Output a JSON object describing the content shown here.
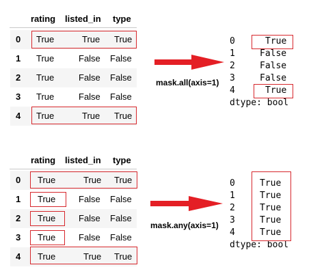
{
  "columns": [
    "rating",
    "listed_in",
    "type"
  ],
  "top": {
    "rows": [
      {
        "index": "0",
        "values": [
          "True",
          "True",
          "True"
        ]
      },
      {
        "index": "1",
        "values": [
          "True",
          "False",
          "False"
        ]
      },
      {
        "index": "2",
        "values": [
          "True",
          "False",
          "False"
        ]
      },
      {
        "index": "3",
        "values": [
          "True",
          "False",
          "False"
        ]
      },
      {
        "index": "4",
        "values": [
          "True",
          "True",
          "True"
        ]
      }
    ],
    "caption": "mask.all(axis=1)",
    "result": [
      {
        "index": "0",
        "value": "True"
      },
      {
        "index": "1",
        "value": "False"
      },
      {
        "index": "2",
        "value": "False"
      },
      {
        "index": "3",
        "value": "False"
      },
      {
        "index": "4",
        "value": "True"
      }
    ],
    "dtype": "dtype: bool"
  },
  "bottom": {
    "rows": [
      {
        "index": "0",
        "values": [
          "True",
          "True",
          "True"
        ]
      },
      {
        "index": "1",
        "values": [
          "True",
          "False",
          "False"
        ]
      },
      {
        "index": "2",
        "values": [
          "True",
          "False",
          "False"
        ]
      },
      {
        "index": "3",
        "values": [
          "True",
          "False",
          "False"
        ]
      },
      {
        "index": "4",
        "values": [
          "True",
          "True",
          "True"
        ]
      }
    ],
    "caption": "mask.any(axis=1)",
    "result": [
      {
        "index": "0",
        "value": "True"
      },
      {
        "index": "1",
        "value": "True"
      },
      {
        "index": "2",
        "value": "True"
      },
      {
        "index": "3",
        "value": "True"
      },
      {
        "index": "4",
        "value": "True"
      }
    ],
    "dtype": "dtype: bool"
  },
  "colors": {
    "highlight": "#d6262b",
    "row_shade": "#f5f5f5",
    "text": "#000000"
  }
}
